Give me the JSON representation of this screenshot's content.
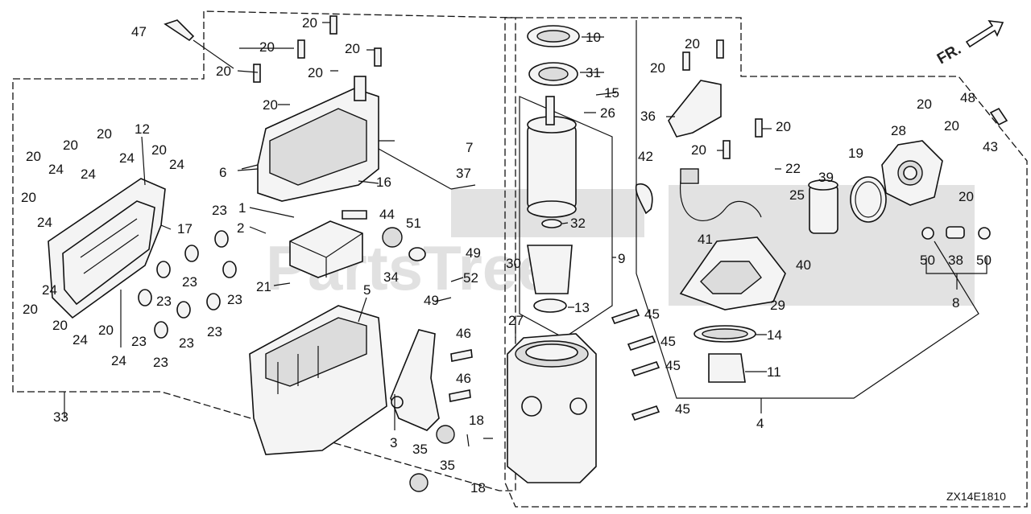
{
  "diagram": {
    "diagram_code": "ZX14E1810",
    "direction_label": "FR.",
    "watermark": "PartsTree",
    "callouts": [
      {
        "id": "c47",
        "text": "47"
      },
      {
        "id": "c20a",
        "text": "20"
      },
      {
        "id": "c20b",
        "text": "20"
      },
      {
        "id": "c20c",
        "text": "20"
      },
      {
        "id": "c20d",
        "text": "20"
      },
      {
        "id": "c20e",
        "text": "20"
      },
      {
        "id": "c20f",
        "text": "20"
      },
      {
        "id": "c20g",
        "text": "20"
      },
      {
        "id": "c20h",
        "text": "20"
      },
      {
        "id": "c20i",
        "text": "20"
      },
      {
        "id": "c20j",
        "text": "20"
      },
      {
        "id": "c20k",
        "text": "20"
      },
      {
        "id": "c20l",
        "text": "20"
      },
      {
        "id": "c20m",
        "text": "20"
      },
      {
        "id": "c20n",
        "text": "20"
      },
      {
        "id": "c20o",
        "text": "20"
      },
      {
        "id": "c20p",
        "text": "20"
      },
      {
        "id": "c20q",
        "text": "20"
      },
      {
        "id": "c20r",
        "text": "20"
      },
      {
        "id": "c20s",
        "text": "20"
      },
      {
        "id": "c20t",
        "text": "20"
      },
      {
        "id": "c20u",
        "text": "20"
      },
      {
        "id": "c12",
        "text": "12"
      },
      {
        "id": "c24a",
        "text": "24"
      },
      {
        "id": "c24b",
        "text": "24"
      },
      {
        "id": "c24c",
        "text": "24"
      },
      {
        "id": "c24d",
        "text": "24"
      },
      {
        "id": "c24e",
        "text": "24"
      },
      {
        "id": "c24f",
        "text": "24"
      },
      {
        "id": "c24g",
        "text": "24"
      },
      {
        "id": "c24h",
        "text": "24"
      },
      {
        "id": "c17",
        "text": "17"
      },
      {
        "id": "c6",
        "text": "6"
      },
      {
        "id": "c16",
        "text": "16"
      },
      {
        "id": "c23a",
        "text": "23"
      },
      {
        "id": "c23b",
        "text": "23"
      },
      {
        "id": "c23c",
        "text": "23"
      },
      {
        "id": "c23d",
        "text": "23"
      },
      {
        "id": "c23e",
        "text": "23"
      },
      {
        "id": "c23f",
        "text": "23"
      },
      {
        "id": "c23g",
        "text": "23"
      },
      {
        "id": "c23h",
        "text": "23"
      },
      {
        "id": "c1",
        "text": "1"
      },
      {
        "id": "c2",
        "text": "2"
      },
      {
        "id": "c21",
        "text": "21"
      },
      {
        "id": "c5",
        "text": "5"
      },
      {
        "id": "c44",
        "text": "44"
      },
      {
        "id": "c51",
        "text": "51"
      },
      {
        "id": "c34",
        "text": "34"
      },
      {
        "id": "c37",
        "text": "37"
      },
      {
        "id": "c7",
        "text": "7"
      },
      {
        "id": "c49a",
        "text": "49"
      },
      {
        "id": "c49b",
        "text": "49"
      },
      {
        "id": "c52",
        "text": "52"
      },
      {
        "id": "c10",
        "text": "10"
      },
      {
        "id": "c31",
        "text": "31"
      },
      {
        "id": "c15",
        "text": "15"
      },
      {
        "id": "c26",
        "text": "26"
      },
      {
        "id": "c32",
        "text": "32"
      },
      {
        "id": "c30",
        "text": "30"
      },
      {
        "id": "c13",
        "text": "13"
      },
      {
        "id": "c9",
        "text": "9"
      },
      {
        "id": "c27",
        "text": "27"
      },
      {
        "id": "c45a",
        "text": "45"
      },
      {
        "id": "c45b",
        "text": "45"
      },
      {
        "id": "c45c",
        "text": "45"
      },
      {
        "id": "c45d",
        "text": "45"
      },
      {
        "id": "c46a",
        "text": "46"
      },
      {
        "id": "c46b",
        "text": "46"
      },
      {
        "id": "c18a",
        "text": "18"
      },
      {
        "id": "c18b",
        "text": "18"
      },
      {
        "id": "c3",
        "text": "3"
      },
      {
        "id": "c35a",
        "text": "35"
      },
      {
        "id": "c35b",
        "text": "35"
      },
      {
        "id": "c33",
        "text": "33"
      },
      {
        "id": "c36",
        "text": "36"
      },
      {
        "id": "c42",
        "text": "42"
      },
      {
        "id": "c41",
        "text": "41"
      },
      {
        "id": "c22",
        "text": "22"
      },
      {
        "id": "c25",
        "text": "25"
      },
      {
        "id": "c39",
        "text": "39"
      },
      {
        "id": "c40",
        "text": "40"
      },
      {
        "id": "c29",
        "text": "29"
      },
      {
        "id": "c14",
        "text": "14"
      },
      {
        "id": "c11",
        "text": "11"
      },
      {
        "id": "c4",
        "text": "4"
      },
      {
        "id": "c19",
        "text": "19"
      },
      {
        "id": "c28",
        "text": "28"
      },
      {
        "id": "c48",
        "text": "48"
      },
      {
        "id": "c43",
        "text": "43"
      },
      {
        "id": "c50a",
        "text": "50"
      },
      {
        "id": "c38",
        "text": "38"
      },
      {
        "id": "c50b",
        "text": "50"
      },
      {
        "id": "c8",
        "text": "8"
      }
    ]
  }
}
